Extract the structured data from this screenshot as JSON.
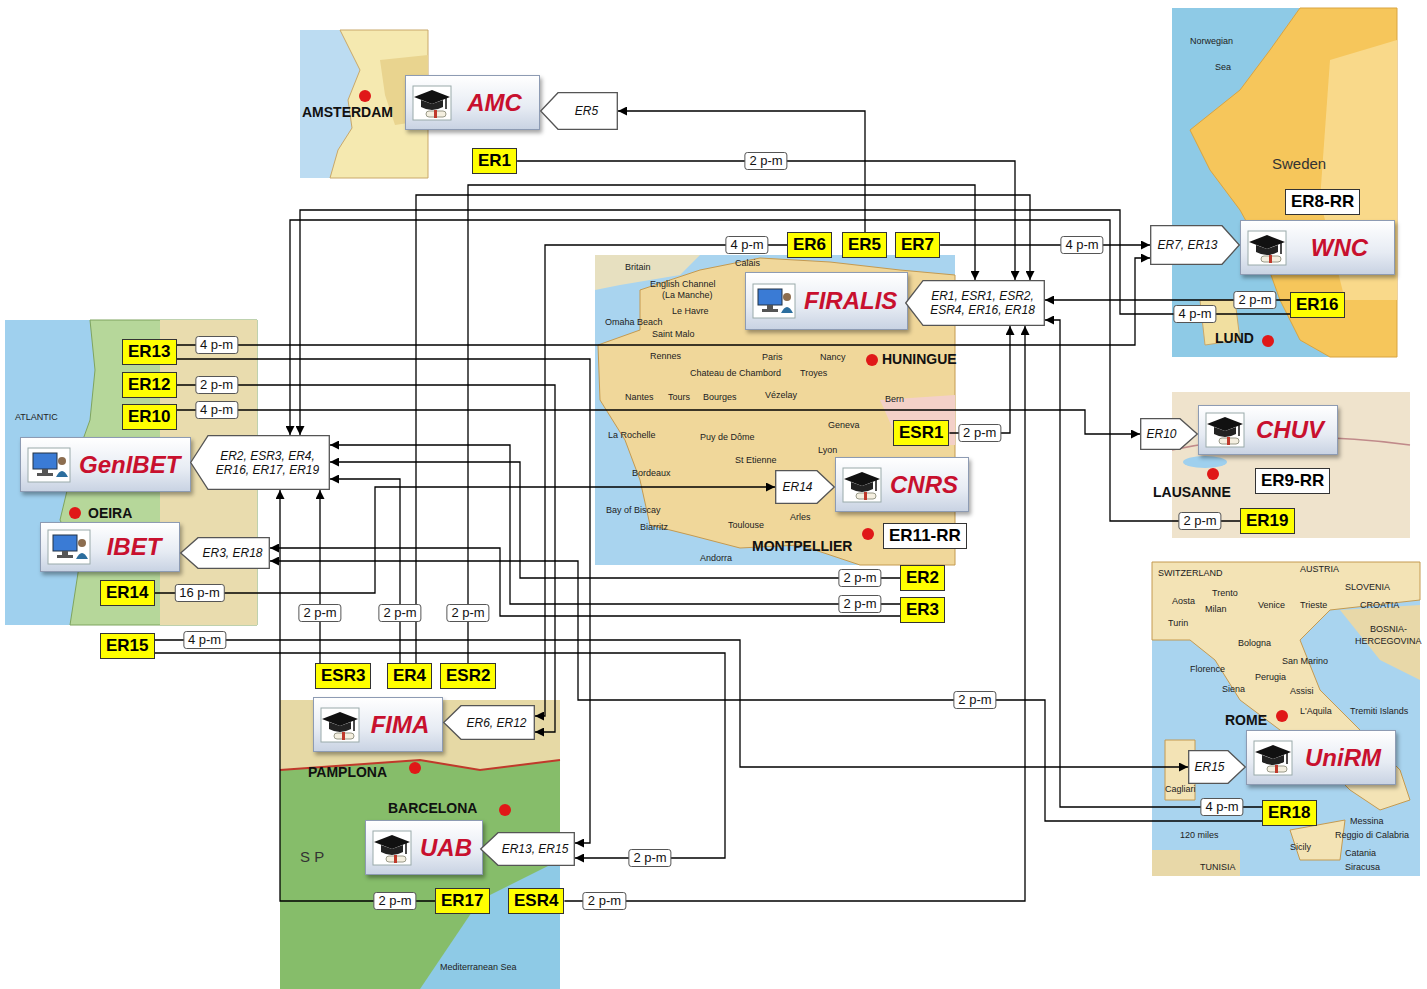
{
  "diagram": {
    "nodes": [
      {
        "text": [
          "AMC"
        ]
      },
      {
        "text": [
          "ER5"
        ]
      },
      {
        "text": [
          "ER1"
        ]
      },
      {
        "text": [
          "WNC"
        ]
      },
      {
        "text": [
          "ER8-RR"
        ]
      },
      {
        "text": [
          "ER7, ER13"
        ]
      },
      {
        "text": [
          "ER6"
        ]
      },
      {
        "text": [
          "ER5"
        ]
      },
      {
        "text": [
          "ER7"
        ]
      },
      {
        "text": [
          "FIRALIS"
        ]
      },
      {
        "text": [
          "ER1, ESR1, ESR2, ESR4, ER16, ER18"
        ]
      },
      {
        "text": [
          "ER16"
        ]
      },
      {
        "text": [
          "ER13"
        ]
      },
      {
        "text": [
          "ER12"
        ]
      },
      {
        "text": [
          "ER10"
        ]
      },
      {
        "text": [
          "GenIBET"
        ]
      },
      {
        "text": [
          "ER2, ESR3, ER4, ER16, ER17, ER19"
        ]
      },
      {
        "text": [
          "ESR1"
        ]
      },
      {
        "text": [
          "CHUV"
        ]
      },
      {
        "text": [
          "ER10"
        ]
      },
      {
        "text": [
          "ER9-RR"
        ]
      },
      {
        "text": [
          "CNRS"
        ]
      },
      {
        "text": [
          "ER14"
        ]
      },
      {
        "text": [
          "ER11-RR"
        ]
      },
      {
        "text": [
          "ER19"
        ]
      },
      {
        "text": [
          "IBET"
        ]
      },
      {
        "text": [
          "ER3, ER18"
        ]
      },
      {
        "text": [
          "ER2"
        ]
      },
      {
        "text": [
          "ER3"
        ]
      },
      {
        "text": [
          "ER14"
        ]
      },
      {
        "text": [
          "ER15"
        ]
      },
      {
        "text": [
          "ESR3"
        ]
      },
      {
        "text": [
          "ER4"
        ]
      },
      {
        "text": [
          "ESR2"
        ]
      },
      {
        "text": [
          "FIMA"
        ]
      },
      {
        "text": [
          "ER6, ER12"
        ]
      },
      {
        "text": [
          "UniRM"
        ]
      },
      {
        "text": [
          "ER15"
        ]
      },
      {
        "text": [
          "ER18"
        ]
      },
      {
        "text": [
          "UAB"
        ]
      },
      {
        "text": [
          "ER13, ER15"
        ]
      },
      {
        "text": [
          "ER17"
        ]
      },
      {
        "text": [
          "ESR4"
        ]
      }
    ],
    "edges": [
      {
        "from": 2,
        "to": 10,
        "arrow": "to",
        "label": "2 p-m"
      },
      {
        "from": 7,
        "to": 1,
        "arrow": "to"
      },
      {
        "from": 6,
        "to": 35,
        "arrow": "to",
        "label": "4 p-m"
      },
      {
        "from": 8,
        "to": 5,
        "arrow": "to",
        "label": "4 p-m"
      },
      {
        "from": 11,
        "to": 10,
        "arrow": "to",
        "label": "2 p-m"
      },
      {
        "from": 11,
        "to": 16,
        "arrow": "to",
        "label": "4 p-m"
      },
      {
        "from": 12,
        "to": 5,
        "arrow": "to",
        "label": "4 p-m"
      },
      {
        "from": 12,
        "to": 40,
        "arrow": "to"
      },
      {
        "from": 13,
        "to": 35,
        "arrow": "to",
        "label": "2 p-m"
      },
      {
        "from": 14,
        "to": 19,
        "arrow": "to",
        "label": "4 p-m"
      },
      {
        "from": 29,
        "to": 22,
        "arrow": "to",
        "label": "16 p-m"
      },
      {
        "from": 30,
        "to": 37,
        "arrow": "to",
        "label": "4 p-m"
      },
      {
        "from": 30,
        "to": 40,
        "arrow": "to",
        "label": "2 p-m"
      },
      {
        "from": 17,
        "to": 10,
        "arrow": "to",
        "label": "2 p-m"
      },
      {
        "from": 27,
        "to": 16,
        "arrow": "to",
        "label": "2 p-m"
      },
      {
        "from": 28,
        "to": 16,
        "arrow": "to",
        "label": "2 p-m"
      },
      {
        "from": 28,
        "to": 26,
        "arrow": "to"
      },
      {
        "from": 31,
        "to": 16,
        "arrow": "to",
        "label": "2 p-m"
      },
      {
        "from": 32,
        "to": 16,
        "arrow": "to",
        "label": "2 p-m"
      },
      {
        "from": 32,
        "to": 10,
        "arrow": "to"
      },
      {
        "from": 33,
        "to": 10,
        "arrow": "to",
        "label": "2 p-m"
      },
      {
        "from": 41,
        "to": 16,
        "arrow": "to",
        "label": "2 p-m"
      },
      {
        "from": 42,
        "to": 10,
        "arrow": "to",
        "label": "2 p-m"
      },
      {
        "from": 24,
        "to": 16,
        "arrow": "to",
        "label": "2 p-m"
      },
      {
        "from": 38,
        "to": 10,
        "arrow": "to",
        "label": "4 p-m"
      },
      {
        "from": 38,
        "to": 26,
        "arrow": "to",
        "label": "2 p-m"
      }
    ],
    "labels": [
      "AMSTERDAM",
      "HUNINGUE",
      "LUND",
      "LAUSANNE",
      "MONTPELLIER",
      "OEIRA",
      "PAMPLONA",
      "BARCELONA",
      "ROME",
      "Norwegian",
      "Sea",
      "Sweden",
      "Britain",
      "English Channel",
      "(La Manche)",
      "Calais",
      "Le Havre",
      "Omaha Beach",
      "Saint Malo",
      "Rennes",
      "Paris",
      "Nancy",
      "Troyes",
      "Chateau de Chambord",
      "Nantes",
      "Tours",
      "Bourges",
      "Vézelay",
      "Bern",
      "La Rochelle",
      "Puy de Dôme",
      "Geneva",
      "Lyon",
      "St Etienne",
      "Bordeaux",
      "Bay of Biscay",
      "Biarritz",
      "Toulouse",
      "Arles",
      "Andorra",
      "ATLANTIC",
      "SWITZERLAND",
      "AUSTRIA",
      "SLOVENIA",
      "Aosta",
      "Trento",
      "Milan",
      "Venice",
      "Trieste",
      "CROATIA",
      "Turin",
      "Bologna",
      "BOSNIA-",
      "HERCEGOVINA",
      "San Marino",
      "Florence",
      "Perugia",
      "Siena",
      "Assisi",
      "L'Aquila",
      "Tremiti Islands",
      "Cagliari",
      "120 miles",
      "Sicily",
      "Messina",
      "Reggio di Calabria",
      "Catania",
      "Siracusa",
      "TUNISIA",
      "S P",
      "Mediterranean Sea"
    ]
  }
}
